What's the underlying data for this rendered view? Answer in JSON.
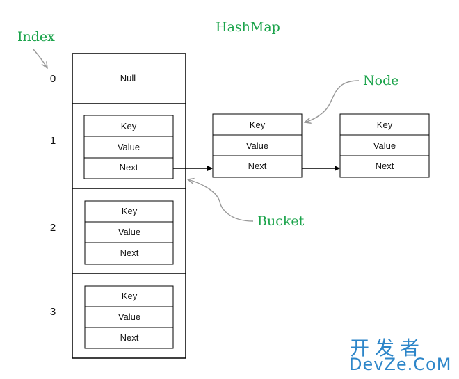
{
  "title": "HashMap",
  "labels": {
    "index": "Index",
    "node": "Node",
    "bucket": "Bucket"
  },
  "indices": [
    "0",
    "1",
    "2",
    "3"
  ],
  "buckets": [
    {
      "content": "Null"
    },
    {
      "fields": [
        "Key",
        "Value",
        "Next"
      ]
    },
    {
      "fields": [
        "Key",
        "Value",
        "Next"
      ]
    },
    {
      "fields": [
        "Key",
        "Value",
        "Next"
      ]
    }
  ],
  "chain_nodes": [
    {
      "fields": [
        "Key",
        "Value",
        "Next"
      ]
    },
    {
      "fields": [
        "Key",
        "Value",
        "Next"
      ]
    }
  ],
  "watermark": {
    "cn": "开发者",
    "en": "DevZe.CoM"
  },
  "colors": {
    "label": "#1aa34a",
    "watermark": "#2d86c9",
    "stroke": "#000000",
    "pointer": "#999999"
  }
}
